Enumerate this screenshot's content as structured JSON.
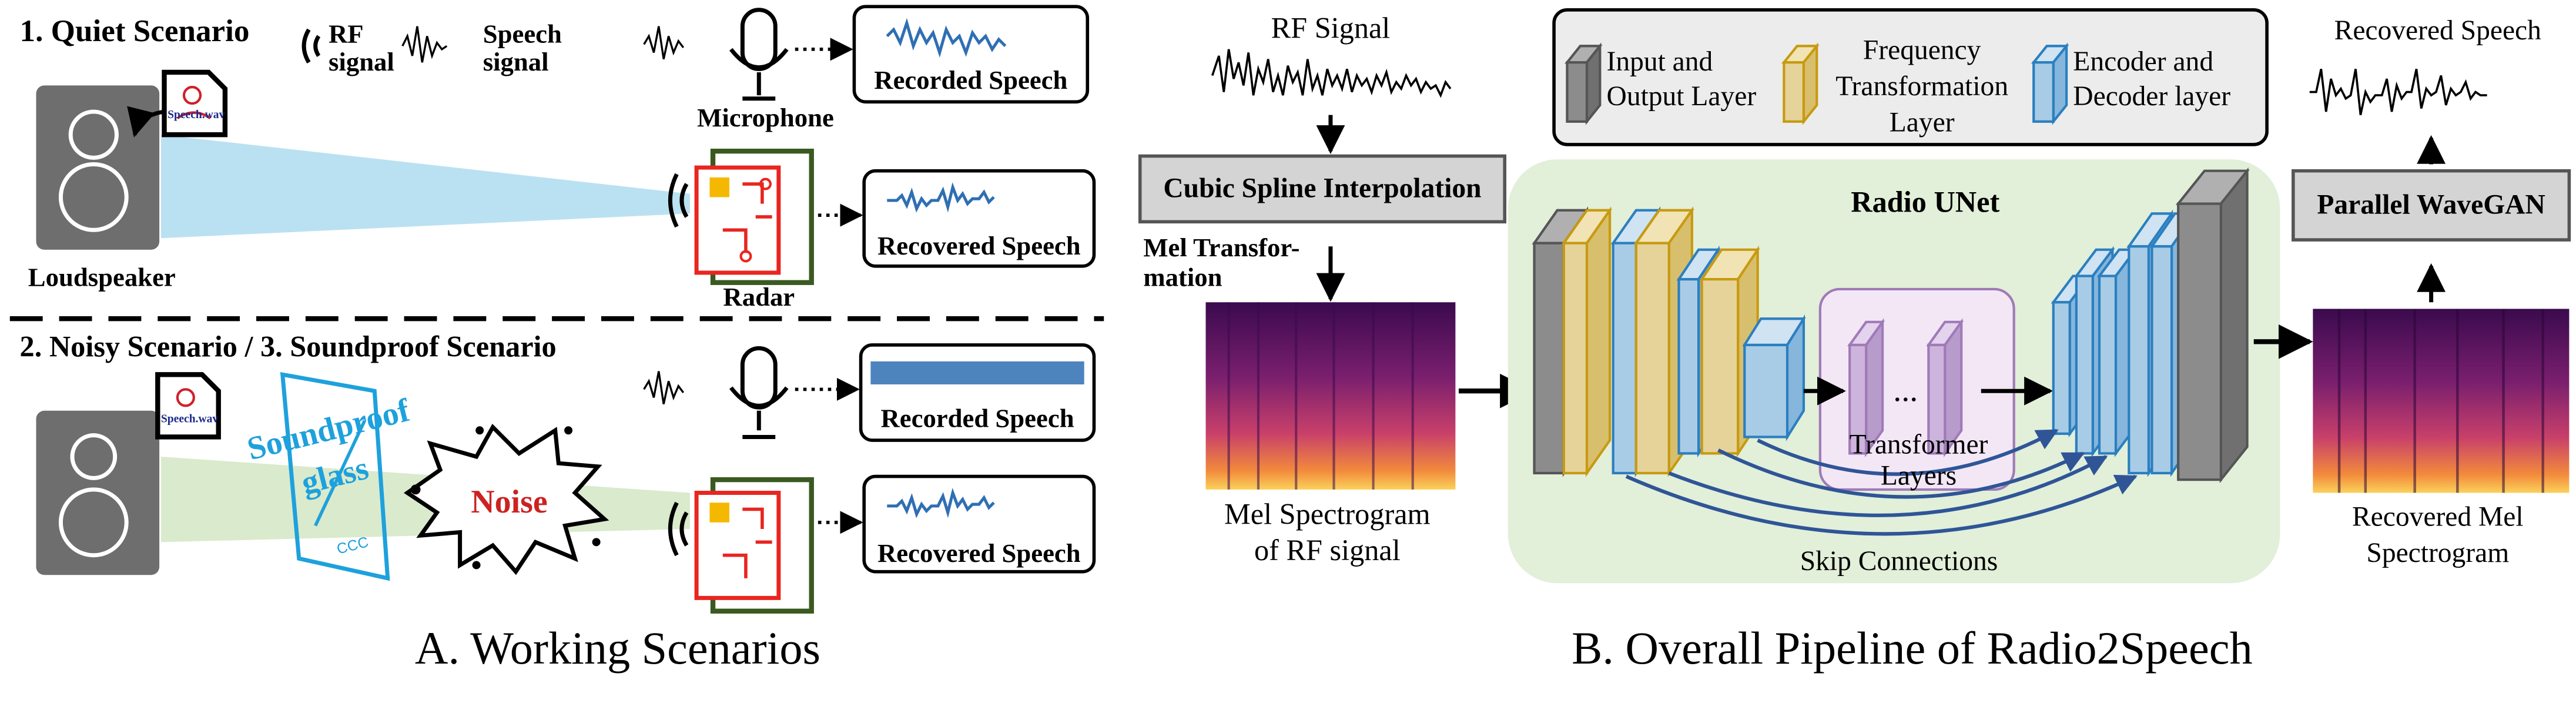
{
  "left_panel": {
    "caption": "A. Working Scenarios",
    "quiet_scenario": {
      "title": "1. Quiet Scenario",
      "legend_rf": [
        "RF",
        "signal"
      ],
      "legend_speech": [
        "Speech",
        "signal"
      ],
      "loudspeaker_label": "Loudspeaker",
      "microphone_label": "Microphone",
      "radar_label": "Radar",
      "recorded_box": "Recorded Speech",
      "recovered_box": "Recovered Speech",
      "file_icon_text": "Speech.wav"
    },
    "noisy_scenario": {
      "title": "2. Noisy Scenario / 3. Soundproof Scenario",
      "glass_label": [
        "Soundproof",
        "glass"
      ],
      "glass_mark": "CCC",
      "noise_label": "Noise",
      "recorded_box": "Recorded Speech",
      "recovered_box": "Recovered Speech",
      "file_icon_text": "Speech.wav"
    }
  },
  "right_panel": {
    "caption": "B. Overall Pipeline of Radio2Speech",
    "rf_signal_label": "RF Signal",
    "interpolation_box": "Cubic Spline Interpolation",
    "mel_transform_label": [
      "Mel Transfor-",
      "mation"
    ],
    "mel_rf_label": [
      "Mel Spectrogram",
      "of RF signal"
    ],
    "legend": {
      "input_output": [
        "Input and",
        "Output Layer"
      ],
      "frequency": [
        "Frequency",
        "Transformation",
        "Layer"
      ],
      "encoder_decoder": [
        "Encoder and",
        "Decoder layer"
      ]
    },
    "unet_title": "Radio UNet",
    "transformer_label": [
      "Transformer",
      "Layers"
    ],
    "transformer_dots": "...",
    "skip_label": "Skip Connections",
    "wavegan_box": "Parallel WaveGAN",
    "recovered_speech_label": "Recovered Speech",
    "recovered_mel_label": [
      "Recovered Mel",
      "Spectrogram"
    ]
  },
  "colors": {
    "beam_blue": "#a9d9ee",
    "beam_green": "#d6e8c8",
    "unet_bg": "#e2efd9",
    "transformer_bg": "#f3e7f6",
    "gray_layer": "#8c8c8c",
    "yellow_layer": "#e6d39a",
    "blue_layer": "#a9cce6",
    "purple_layer": "#cdb4dc",
    "glass": "#1ea1dc",
    "noise_red": "#cc2222",
    "radar_red": "#e8261f",
    "waveform_blue": "#2f6fb3"
  }
}
